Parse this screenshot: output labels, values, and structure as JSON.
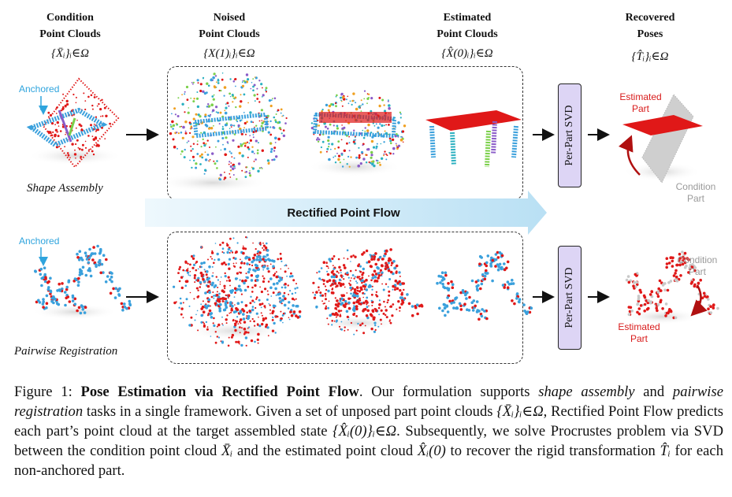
{
  "headers": {
    "condition": [
      "Condition",
      "Point Clouds"
    ],
    "noised": [
      "Noised",
      "Point Clouds"
    ],
    "estimated": [
      "Estimated",
      "Point Clouds"
    ],
    "recovered": [
      "Recovered",
      "Poses"
    ]
  },
  "math": {
    "condition": "{X̄ᵢ}ᵢ∈Ω",
    "noised": "{X(1)ᵢ}ᵢ∈Ω",
    "estimated": "{X̂(0)ᵢ}ᵢ∈Ω",
    "recovered": "{T̂ᵢ}ᵢ∈Ω"
  },
  "rows": {
    "top_label": "Shape Assembly",
    "bottom_label": "Pairwise Registration",
    "anchored": "Anchored"
  },
  "flow_label": "Rectified Point Flow",
  "svd_label": "Per-Part SVD",
  "annotations": {
    "top_estimated": [
      "Estimated",
      "Part"
    ],
    "top_condition": [
      "Condition",
      "Part"
    ],
    "bottom_condition": [
      "Condition",
      "Part"
    ],
    "bottom_estimated": [
      "Estimated",
      "Part"
    ]
  },
  "colors": {
    "red": "#e01818",
    "blue": "#3aa0dc",
    "grey": "#bdbdbd",
    "svd_fill": "#ddd5f5",
    "flow_arrow": "#bfe3f4"
  },
  "caption": {
    "figure_label": "Figure 1:",
    "title": "Pose Estimation via Rectified Point Flow",
    "p1": ". Our formulation supports ",
    "i1": "shape assembly",
    "p2": " and ",
    "i2": "pairwise registration",
    "p3": " tasks in a single framework. Given a set of unposed part point clouds ",
    "m1": "{X̄ᵢ}ᵢ∈Ω",
    "p4": ", Rectified Point Flow predicts each part’s point cloud at the target assembled state ",
    "m2": "{X̂ᵢ(0)}ᵢ∈Ω",
    "p5": ". Subsequently, we solve Procrustes problem via SVD between the condition point cloud ",
    "m3": "X̄ᵢ",
    "p6": " and the estimated point cloud ",
    "m4": "X̂ᵢ(0)",
    "p7": " to recover the rigid transformation ",
    "m5": "T̂ᵢ",
    "p8": " for each non-anchored part."
  }
}
